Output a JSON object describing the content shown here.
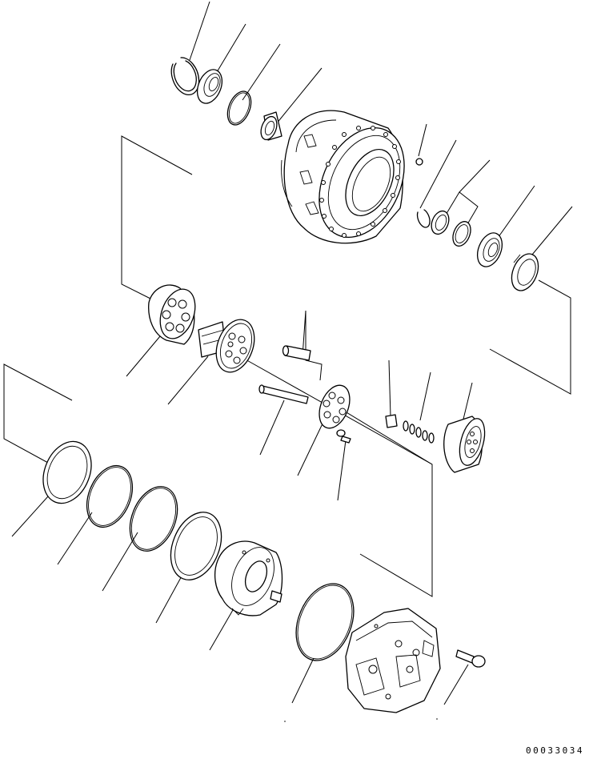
{
  "drawing_number": "00033034",
  "colors": {
    "line": "#000000",
    "background": "#ffffff"
  },
  "parts": [
    "snap-ring",
    "seal",
    "o-ring",
    "bearing",
    "hub",
    "plug",
    "snap-ring",
    "spacer",
    "shim",
    "bearing",
    "floating-seal",
    "carrier-bearing",
    "shaft-gear",
    "pin",
    "swash-plate",
    "shoe",
    "bolt",
    "spring-set",
    "piston-cylinder",
    "thrust-plate",
    "o-ring",
    "o-ring",
    "plate",
    "motor-housing-cover",
    "o-ring",
    "motor-case",
    "bolt"
  ]
}
